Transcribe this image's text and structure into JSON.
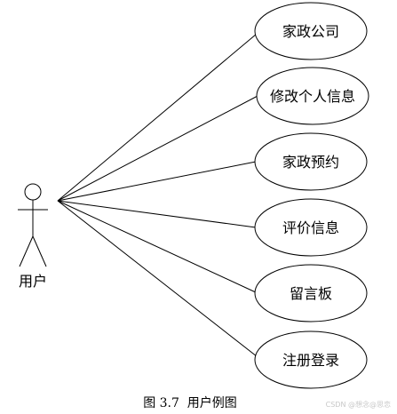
{
  "actor": {
    "label": "用户"
  },
  "use_cases": [
    {
      "label": "家政公司"
    },
    {
      "label": "修改个人信息"
    },
    {
      "label": "家政预约"
    },
    {
      "label": "评价信息"
    },
    {
      "label": "留言板"
    },
    {
      "label": "注册登录"
    }
  ],
  "caption": "图 3.7  用户例图",
  "watermark": "CSDN @想念@思恋"
}
